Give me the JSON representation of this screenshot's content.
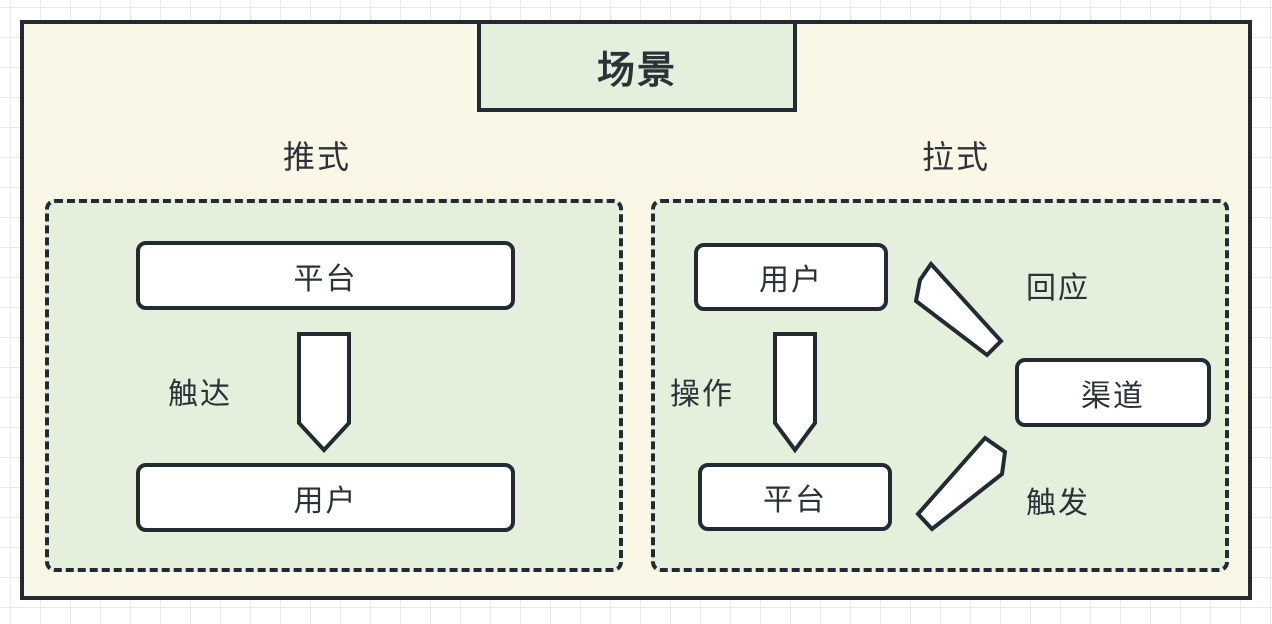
{
  "diagram": {
    "title": "场景",
    "sections": [
      {
        "id": "push",
        "label": "推式"
      },
      {
        "id": "pull",
        "label": "拉式"
      }
    ],
    "push": {
      "nodes": [
        {
          "id": "platform",
          "label": "平台"
        },
        {
          "id": "user",
          "label": "用户"
        }
      ],
      "edges": [
        {
          "id": "reach",
          "label": "触达",
          "from": "平台",
          "to": "用户",
          "direction": "down"
        }
      ]
    },
    "pull": {
      "nodes": [
        {
          "id": "user",
          "label": "用户"
        },
        {
          "id": "platform",
          "label": "平台"
        },
        {
          "id": "channel",
          "label": "渠道"
        }
      ],
      "edges": [
        {
          "id": "operate",
          "label": "操作",
          "from": "用户",
          "to": "平台",
          "direction": "down"
        },
        {
          "id": "response",
          "label": "回应",
          "from": "用户",
          "to": "渠道",
          "direction": "down-right"
        },
        {
          "id": "trigger",
          "label": "触发",
          "from": "渠道",
          "to": "平台",
          "direction": "down-left"
        }
      ]
    },
    "colors": {
      "outer_fill": "#fbf7e7",
      "panel_fill": "#e5f0dc",
      "title_fill": "#e5f0dc",
      "node_fill": "#ffffff",
      "stroke": "#222b33",
      "grid_line": "#e9e9e9"
    }
  }
}
